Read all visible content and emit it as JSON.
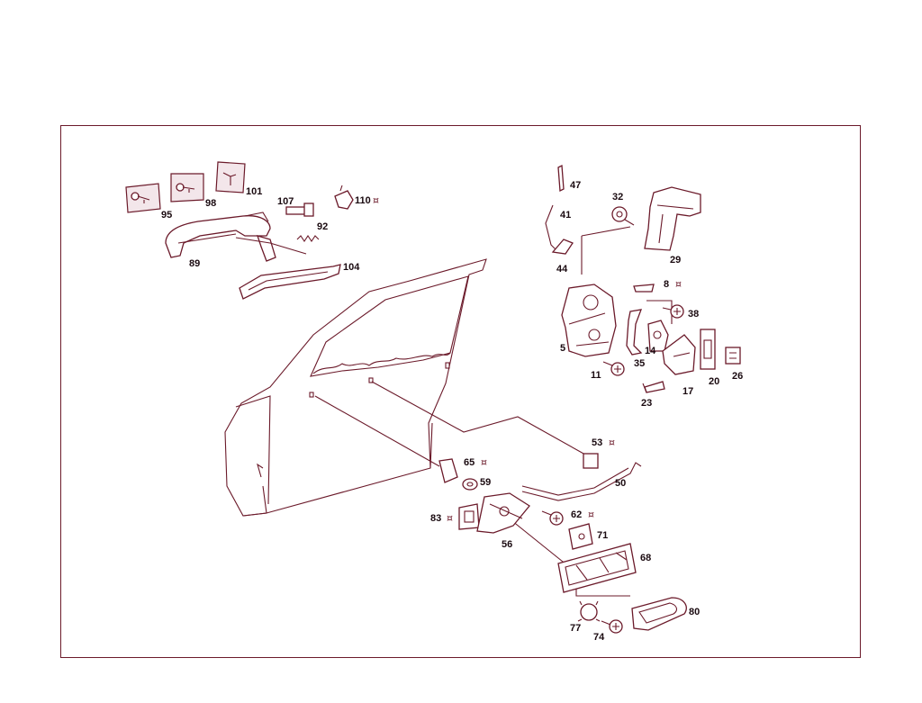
{
  "diagram": {
    "marker_symbol": "¤",
    "line_color": "#6b1a2a",
    "labels": [
      {
        "id": "95",
        "text": "95",
        "marked": false
      },
      {
        "id": "98",
        "text": "98",
        "marked": false
      },
      {
        "id": "101",
        "text": "101",
        "marked": false
      },
      {
        "id": "107",
        "text": "107",
        "marked": false
      },
      {
        "id": "110",
        "text": "110",
        "marked": true
      },
      {
        "id": "92",
        "text": "92",
        "marked": false
      },
      {
        "id": "89",
        "text": "89",
        "marked": false
      },
      {
        "id": "104",
        "text": "104",
        "marked": false
      },
      {
        "id": "47",
        "text": "47",
        "marked": false
      },
      {
        "id": "41",
        "text": "41",
        "marked": false
      },
      {
        "id": "44",
        "text": "44",
        "marked": false
      },
      {
        "id": "32",
        "text": "32",
        "marked": false
      },
      {
        "id": "29",
        "text": "29",
        "marked": false
      },
      {
        "id": "8",
        "text": "8",
        "marked": true
      },
      {
        "id": "38",
        "text": "38",
        "marked": false
      },
      {
        "id": "5",
        "text": "5",
        "marked": false
      },
      {
        "id": "14",
        "text": "14",
        "marked": false
      },
      {
        "id": "35",
        "text": "35",
        "marked": false
      },
      {
        "id": "11",
        "text": "11",
        "marked": false
      },
      {
        "id": "17",
        "text": "17",
        "marked": false
      },
      {
        "id": "20",
        "text": "20",
        "marked": false
      },
      {
        "id": "26",
        "text": "26",
        "marked": false
      },
      {
        "id": "23",
        "text": "23",
        "marked": false
      },
      {
        "id": "53",
        "text": "53",
        "marked": true
      },
      {
        "id": "65",
        "text": "65",
        "marked": true
      },
      {
        "id": "59",
        "text": "59",
        "marked": false
      },
      {
        "id": "50",
        "text": "50",
        "marked": false
      },
      {
        "id": "83",
        "text": "83",
        "marked": true
      },
      {
        "id": "62",
        "text": "62",
        "marked": true
      },
      {
        "id": "71",
        "text": "71",
        "marked": false
      },
      {
        "id": "56",
        "text": "56",
        "marked": false
      },
      {
        "id": "68",
        "text": "68",
        "marked": false
      },
      {
        "id": "80",
        "text": "80",
        "marked": false
      },
      {
        "id": "77",
        "text": "77",
        "marked": false
      },
      {
        "id": "74",
        "text": "74",
        "marked": false
      }
    ]
  }
}
